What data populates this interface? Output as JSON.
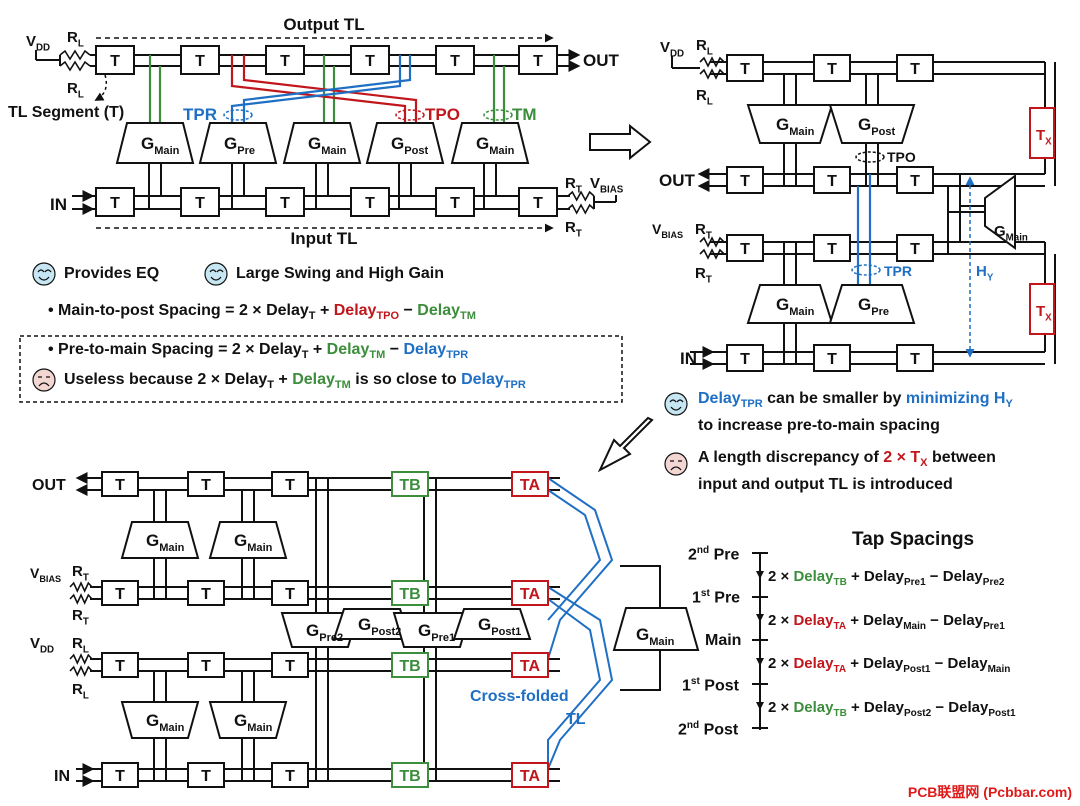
{
  "colors": {
    "blue": "#1f6fc4",
    "red": "#c0161c",
    "green": "#3c8d3c",
    "black": "#111111"
  },
  "tl1": {
    "output_tl": "Output TL",
    "input_tl": "Input TL",
    "vdd": "V",
    "vdd_sub": "DD",
    "rl": "R",
    "rl_sub": "L",
    "rt": "R",
    "rt_sub": "T",
    "vbias": "V",
    "vbias_sub": "BIAS",
    "in": "IN",
    "out": "OUT",
    "tl_segment": "TL Segment (T)",
    "tpr": "TPR",
    "tpo": "TPO",
    "tm": "TM",
    "t": "T",
    "g": "G",
    "g_main": "Main",
    "g_pre": "Pre",
    "g_post": "Post"
  },
  "notes1": {
    "provides_eq": "Provides EQ",
    "large_swing": "Large Swing and High Gain",
    "main_post_prefix": "Main-to-post Spacing = 2 × Delay",
    "main_post_sub": "T",
    "plus": " + ",
    "minus": " − ",
    "delay": "Delay",
    "tpo_sub": "TPO",
    "tm_sub": "TM",
    "tpr_sub": "TPR",
    "pre_main_prefix": "Pre-to-main Spacing = 2 × Delay",
    "useless_prefix": "Useless because 2 × Delay",
    "useless_mid": " is so close to ",
    "is_so_close": "is so close to"
  },
  "tl2": {
    "tx": "T",
    "tx_sub": "X",
    "hy": "H",
    "hy_sub": "Y"
  },
  "notes2": {
    "delay_tpr_note_a": "can be smaller by",
    "minimizing": "minimizing H",
    "hy_sub": "Y",
    "to_increase": "to increase pre-to-main spacing",
    "length_a": "A length discrepancy of",
    "two_tx": "2 × T",
    "tx_sub": "X",
    "between": "between",
    "length_b": "input and output TL is introduced"
  },
  "tl3": {
    "tb": "TB",
    "ta": "TA",
    "g_pre2": "Pre2",
    "g_post2": "Post2",
    "g_pre1": "Pre1",
    "g_post1": "Post1",
    "cross_folded": "Cross-folded",
    "tl": "TL"
  },
  "tap": {
    "title": "Tap Spacings",
    "pre2_sup": "nd",
    "pre2": "Pre",
    "pre2_num": "2",
    "pre1_sup": "st",
    "pre1": "Pre",
    "pre1_num": "1",
    "main": "Main",
    "post1_sup": "st",
    "post1": "Post",
    "post1_num": "1",
    "post2_sup": "nd",
    "post2": "Post",
    "post2_num": "2",
    "rows": [
      {
        "color": "green",
        "d": "TB",
        "a": "Pre1",
        "b": "Pre2"
      },
      {
        "color": "red",
        "d": "TA",
        "a": "Main",
        "b": "Pre1"
      },
      {
        "color": "red",
        "d": "TA",
        "a": "Post1",
        "b": "Main"
      },
      {
        "color": "green",
        "d": "TB",
        "a": "Post2",
        "b": "Post1"
      }
    ],
    "two_x": "2 × ",
    "delay": "Delay"
  },
  "watermark": "PCB联盟网 (Pcbbar.com)"
}
